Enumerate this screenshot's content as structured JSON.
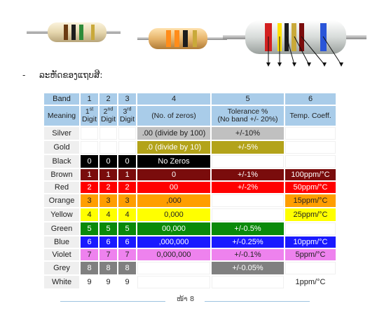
{
  "heading": "ລະຫັດຂອງແຖບສີ:",
  "table": {
    "header": [
      "Band",
      "1",
      "2",
      "3",
      "4",
      "5",
      "6"
    ],
    "meaning_label": "Meaning",
    "digit1": {
      "num": "1",
      "sup": "st",
      "word": "Digit"
    },
    "digit2": {
      "num": "2",
      "sup": "nd",
      "word": "Digit"
    },
    "digit3": {
      "num": "3",
      "sup": "rd",
      "word": "Digit"
    },
    "zeros_head": "(No. of zeros)",
    "tol_head_1": "Tolerance %",
    "tol_head_2": "(No band +/- 20%)",
    "temp_head": "Temp. Coeff.",
    "rows": [
      {
        "name": "Silver",
        "color": "#c0c0c0",
        "text": "#222222",
        "d1": "",
        "d2": "",
        "d3": "",
        "zeros": ".00 (divide by 100)",
        "tol": "+/-10%",
        "temp": "",
        "has_digits": false,
        "has_tol": true,
        "has_temp": false
      },
      {
        "name": "Gold",
        "color": "#b3a31a",
        "text": "#ffffff",
        "d1": "",
        "d2": "",
        "d3": "",
        "zeros": ".0 (divide by 10)",
        "tol": "+/-5%",
        "temp": "",
        "has_digits": false,
        "has_tol": true,
        "has_temp": false
      },
      {
        "name": "Black",
        "color": "#000000",
        "text": "#ffffff",
        "d1": "0",
        "d2": "0",
        "d3": "0",
        "zeros": "No Zeros",
        "tol": "",
        "temp": "",
        "has_digits": true,
        "has_tol": false,
        "has_temp": false
      },
      {
        "name": "Brown",
        "color": "#7a0c0c",
        "text": "#ffffff",
        "d1": "1",
        "d2": "1",
        "d3": "1",
        "zeros": "0",
        "tol": "+/-1%",
        "temp": "100ppm/°C",
        "has_digits": true,
        "has_tol": true,
        "has_temp": true
      },
      {
        "name": "Red",
        "color": "#ff0000",
        "text": "#ffffff",
        "d1": "2",
        "d2": "2",
        "d3": "2",
        "zeros": "00",
        "tol": "+/-2%",
        "temp": "50ppm/°C",
        "has_digits": true,
        "has_tol": true,
        "has_temp": true
      },
      {
        "name": "Orange",
        "color": "#ff9e00",
        "text": "#222222",
        "d1": "3",
        "d2": "3",
        "d3": "3",
        "zeros": ",000",
        "tol": "",
        "temp": "15ppm/°C",
        "has_digits": true,
        "has_tol": false,
        "has_temp": true
      },
      {
        "name": "Yellow",
        "color": "#ffff00",
        "text": "#222222",
        "d1": "4",
        "d2": "4",
        "d3": "4",
        "zeros": "0,000",
        "tol": "",
        "temp": "25ppm/°C",
        "has_digits": true,
        "has_tol": false,
        "has_temp": true
      },
      {
        "name": "Green",
        "color": "#0a8a0a",
        "text": "#ffffff",
        "d1": "5",
        "d2": "5",
        "d3": "5",
        "zeros": "00,000",
        "tol": "+/-0.5%",
        "temp": "",
        "has_digits": true,
        "has_tol": true,
        "has_temp": false
      },
      {
        "name": "Blue",
        "color": "#1a1aff",
        "text": "#ffffff",
        "d1": "6",
        "d2": "6",
        "d3": "6",
        "zeros": ",000,000",
        "tol": "+/-0.25%",
        "temp": "10ppm/°C",
        "has_digits": true,
        "has_tol": true,
        "has_temp": true
      },
      {
        "name": "Violet",
        "color": "#ee82ee",
        "text": "#222222",
        "d1": "7",
        "d2": "7",
        "d3": "7",
        "zeros": "0,000,000",
        "tol": "+/-0.1%",
        "temp": "5ppm/°C",
        "has_digits": true,
        "has_tol": true,
        "has_temp": true
      },
      {
        "name": "Grey",
        "color": "#808080",
        "text": "#ffffff",
        "d1": "8",
        "d2": "8",
        "d3": "8",
        "zeros": "",
        "tol": "+/-0.05%",
        "temp": "",
        "has_digits": true,
        "has_tol": true,
        "has_temp": false
      },
      {
        "name": "White",
        "color": "#ffffff",
        "text": "#222222",
        "d1": "9",
        "d2": "9",
        "d3": "9",
        "zeros": "",
        "tol": "",
        "temp": "1ppm/°C",
        "has_digits": true,
        "has_tol": false,
        "has_temp": true
      }
    ]
  },
  "footer": {
    "page": "ໜ້າ 8"
  }
}
